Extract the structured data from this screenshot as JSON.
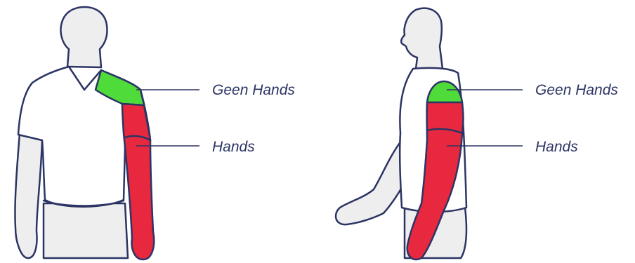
{
  "colors": {
    "outline": "#2c3464",
    "body_fill": "#eeeeef",
    "shirt_fill": "#ffffff",
    "upper_zone": "#4fdc3a",
    "lower_zone": "#e8283f"
  },
  "front_view": {
    "label_upper": "Geen Hands",
    "label_lower": "Hands"
  },
  "side_view": {
    "label_upper": "Geen Hands",
    "label_lower": "Hands"
  }
}
